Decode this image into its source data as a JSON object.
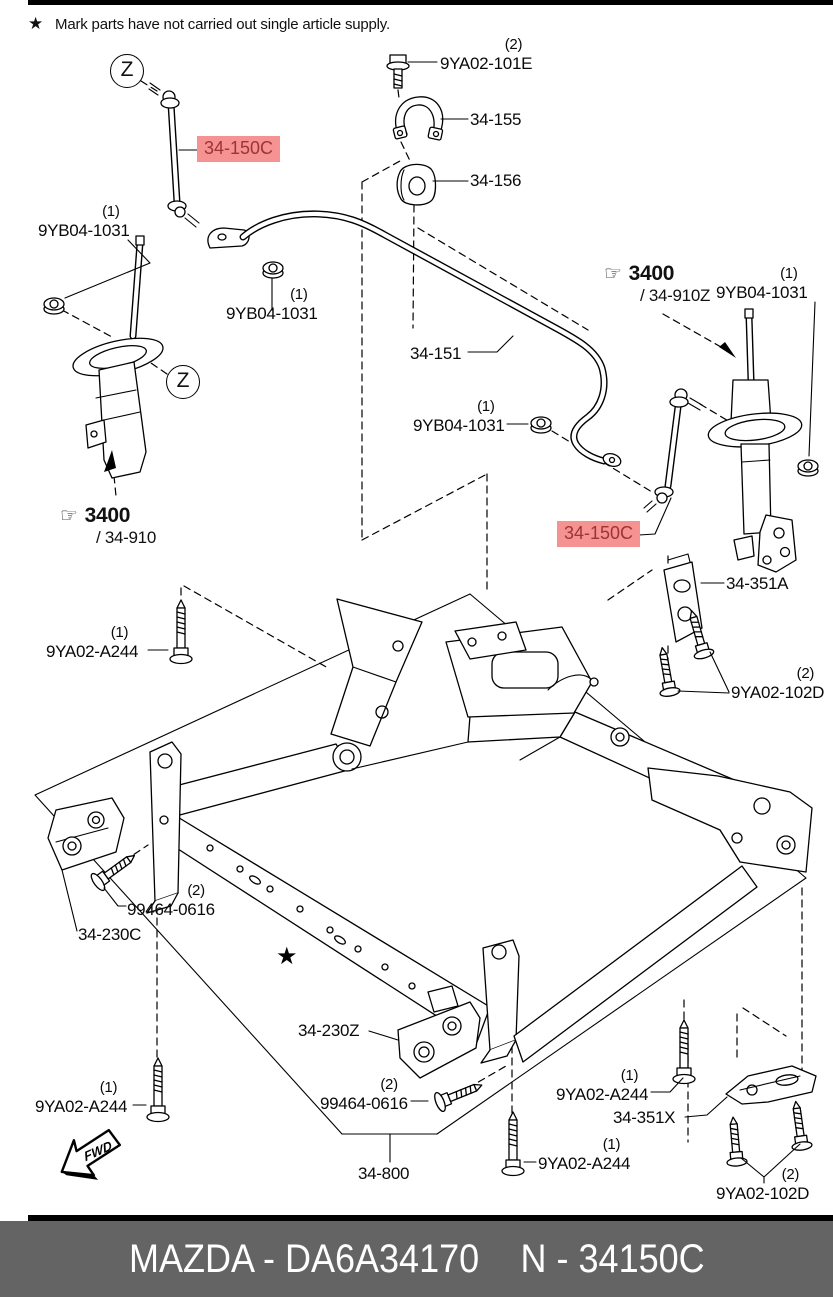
{
  "note": {
    "star": "★",
    "text": "Mark parts have not carried out single article supply."
  },
  "footer": {
    "left": "MAZDA - DA6A34170",
    "right": "N - 34150C"
  },
  "callouts": {
    "z": "Z",
    "fwd": "FWD",
    "hand": "☞",
    "star": "★"
  },
  "colors": {
    "highlight_bg": "#f59292",
    "highlight_text": "#9e3434",
    "footer_bg": "#646464",
    "line": "#000000"
  },
  "labels": [
    {
      "qty": "(2)",
      "text": "9YA02-101E"
    },
    {
      "text": "34-155"
    },
    {
      "text": "34-156"
    },
    {
      "text": "34-150C",
      "highlighted": true
    },
    {
      "qty": "(1)",
      "text": "9YB04-1031"
    },
    {
      "qty": "(1)",
      "text": "9YB04-1031"
    },
    {
      "text": "34-151"
    },
    {
      "text": "3400",
      "sub": "/ 34-910Z"
    },
    {
      "qty": "(1)",
      "text": "9YB04-1031"
    },
    {
      "qty": "(1)",
      "text": "9YB04-1031"
    },
    {
      "text": "34-150C",
      "highlighted": true
    },
    {
      "text": "3400",
      "sub": "/ 34-910"
    },
    {
      "qty": "(1)",
      "text": "9YA02-A244"
    },
    {
      "text": "34-351A"
    },
    {
      "qty": "(2)",
      "text": "9YA02-102D"
    },
    {
      "qty": "(2)",
      "text": "99464-0616"
    },
    {
      "text": "34-230C"
    },
    {
      "text": "34-230Z"
    },
    {
      "qty": "(2)",
      "text": "99464-0616"
    },
    {
      "qty": "(1)",
      "text": "9YA02-A244"
    },
    {
      "qty": "(1)",
      "text": "9YA02-A244"
    },
    {
      "text": "34-351X"
    },
    {
      "qty": "(1)",
      "text": "9YA02-A244"
    },
    {
      "qty": "(2)",
      "text": "9YA02-102D"
    },
    {
      "text": "34-800"
    }
  ]
}
